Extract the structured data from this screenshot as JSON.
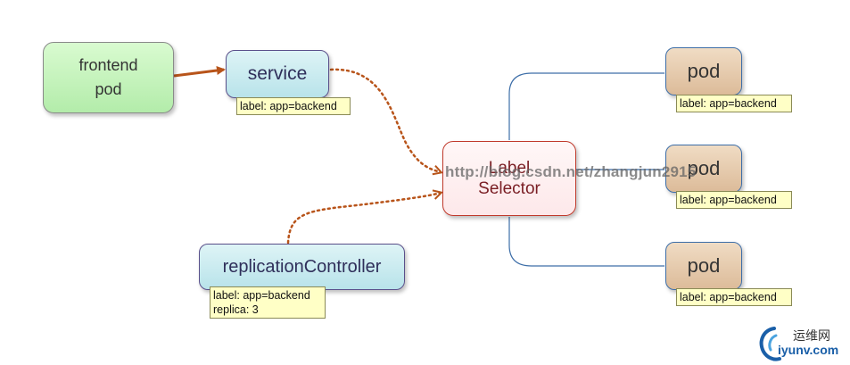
{
  "nodes": {
    "frontend": {
      "line1": "frontend",
      "line2": "pod"
    },
    "service": {
      "label": "service"
    },
    "selector": {
      "line1": "Label",
      "line2": "Selector"
    },
    "rc": {
      "label": "replicationController"
    },
    "pods": [
      {
        "label": "pod"
      },
      {
        "label": "pod"
      },
      {
        "label": "pod"
      }
    ]
  },
  "labels": {
    "service": "label: app=backend",
    "rc_line1": "label: app=backend",
    "rc_line2": "replica: 3",
    "pods": [
      "label: app=backend",
      "label: app=backend",
      "label: app=backend"
    ]
  },
  "watermark": "http://blog.csdn.net/zhangjun2915",
  "logo": {
    "cn": "运维网",
    "en": "iyunv.com"
  },
  "colors": {
    "frontend_fill": "#b3ecaa",
    "service_fill": "#b8e3ea",
    "selector_fill": "#fde8ea",
    "pod_fill": "#dcbb99",
    "label_fill": "#ffffc6",
    "arrow_solid": "#b8541a",
    "arrow_dotted": "#b8541a",
    "connector": "#3d6ea8"
  }
}
